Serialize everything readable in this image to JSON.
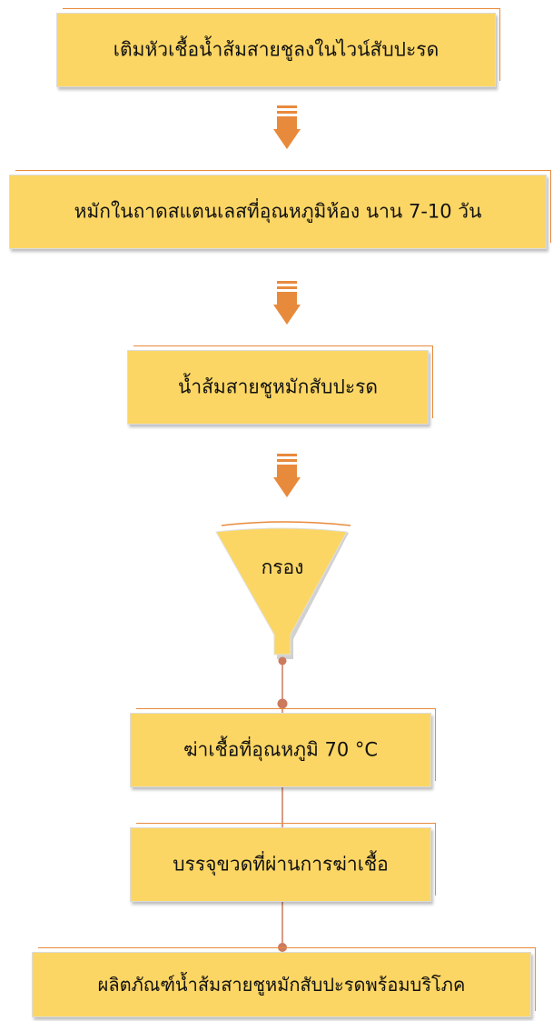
{
  "steps": {
    "add_starter": "เติมหัวเชื้อน้ำส้มสายชูลงในไวน์สับปะรด",
    "ferment": "หมักในถาดสแตนเลสที่อุณหภูมิห้อง นาน 7-10 วัน",
    "vinegar": "น้ำส้มสายชูหมักสับปะรด",
    "filter": "กรอง",
    "pasteurize": "ฆ่าเชื้อที่อุณหภูมิ 70 °C",
    "bottle": "บรรจุขวดที่ผ่านการฆ่าเชื้อ",
    "product": "ผลิตภัณฑ์น้ำส้มสายชูหมักสับปะรดพร้อมบริโภค"
  },
  "colors": {
    "box_fill": "#fcd664",
    "accent": "#e88a3c",
    "connector": "#cc7a5e"
  }
}
